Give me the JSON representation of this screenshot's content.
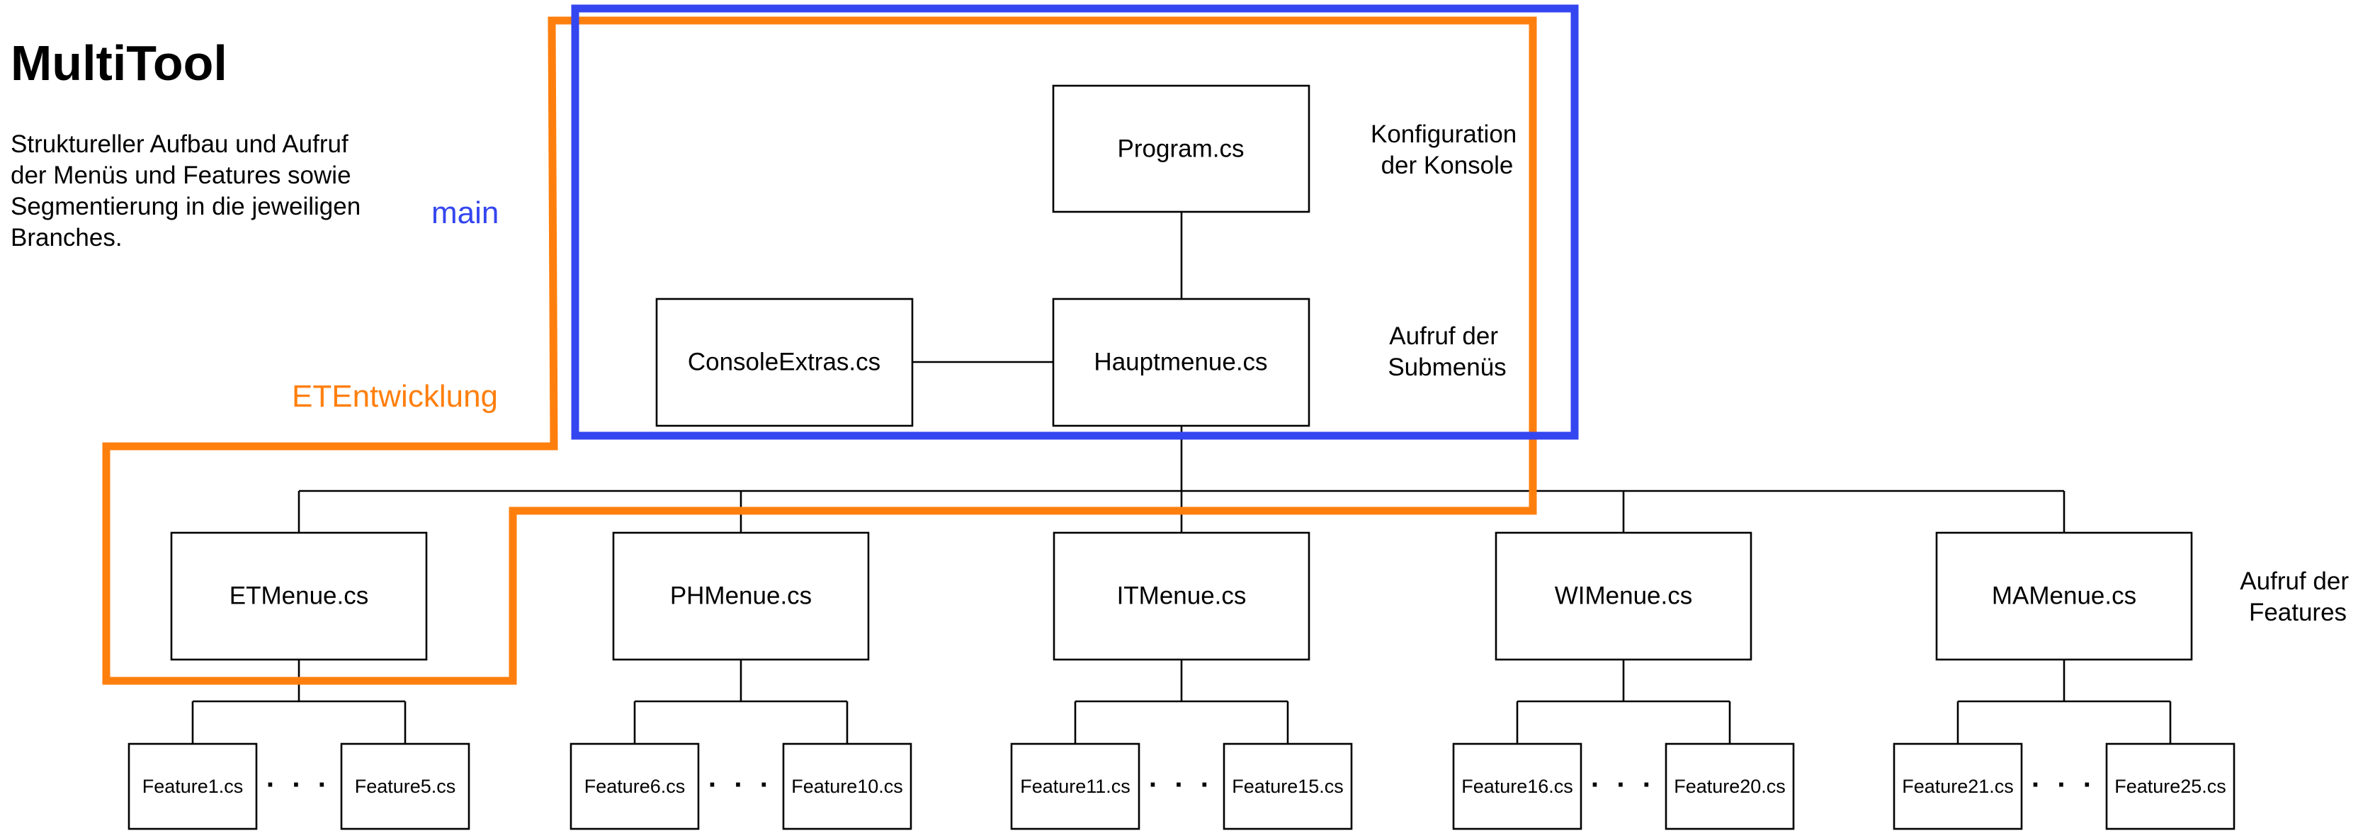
{
  "title": "MultiTool",
  "description": [
    "Struktureller Aufbau und Aufruf",
    "der Menüs und Features sowie",
    "Segmentierung in die jeweiligen",
    "Branches."
  ],
  "branches": {
    "main": {
      "label": "main",
      "color": "#3446f0"
    },
    "et": {
      "label": "ETEntwicklung",
      "color": "#ff7f0e"
    }
  },
  "nodes": {
    "program": "Program.cs",
    "hauptmenue": "Hauptmenue.cs",
    "consoleextras": "ConsoleExtras.cs",
    "menus": [
      "ETMenue.cs",
      "PHMenue.cs",
      "ITMenue.cs",
      "WIMenue.cs",
      "MAMenue.cs"
    ],
    "features": [
      [
        "Feature1.cs",
        "Feature5.cs"
      ],
      [
        "Feature6.cs",
        "Feature10.cs"
      ],
      [
        "Feature11.cs",
        "Feature15.cs"
      ],
      [
        "Feature16.cs",
        "Feature20.cs"
      ],
      [
        "Feature21.cs",
        "Feature25.cs"
      ]
    ],
    "ellipsis": "· · ·"
  },
  "side_notes": {
    "konfiguration": [
      "Konfiguration",
      "der Konsole"
    ],
    "submenues": [
      "Aufruf der",
      "Submenüs"
    ],
    "features": [
      "Aufruf der",
      "Features"
    ]
  }
}
